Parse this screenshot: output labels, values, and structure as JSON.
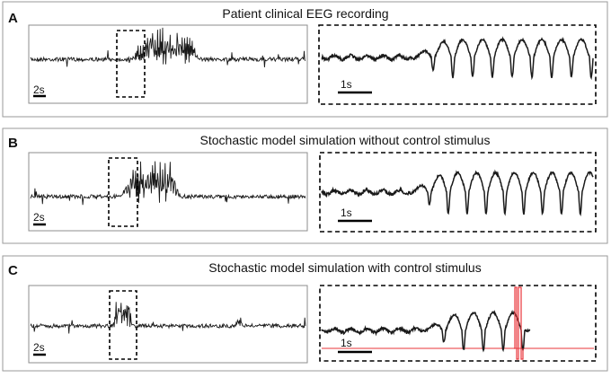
{
  "panels": [
    {
      "letter": "A",
      "title": "Patient clinical EEG recording",
      "overview_scale": "2s",
      "zoom_scale": "1s",
      "stimulus": false
    },
    {
      "letter": "B",
      "title": "Stochastic model simulation without control stimulus",
      "overview_scale": "2s",
      "zoom_scale": "1s",
      "stimulus": false
    },
    {
      "letter": "C",
      "title": "Stochastic model simulation with control stimulus",
      "overview_scale": "2s",
      "zoom_scale": "1s",
      "stimulus": true
    }
  ],
  "colors": {
    "trace": "#1a1a1a",
    "frame": "#9a9a9a",
    "stimulus": "#e8343a"
  }
}
